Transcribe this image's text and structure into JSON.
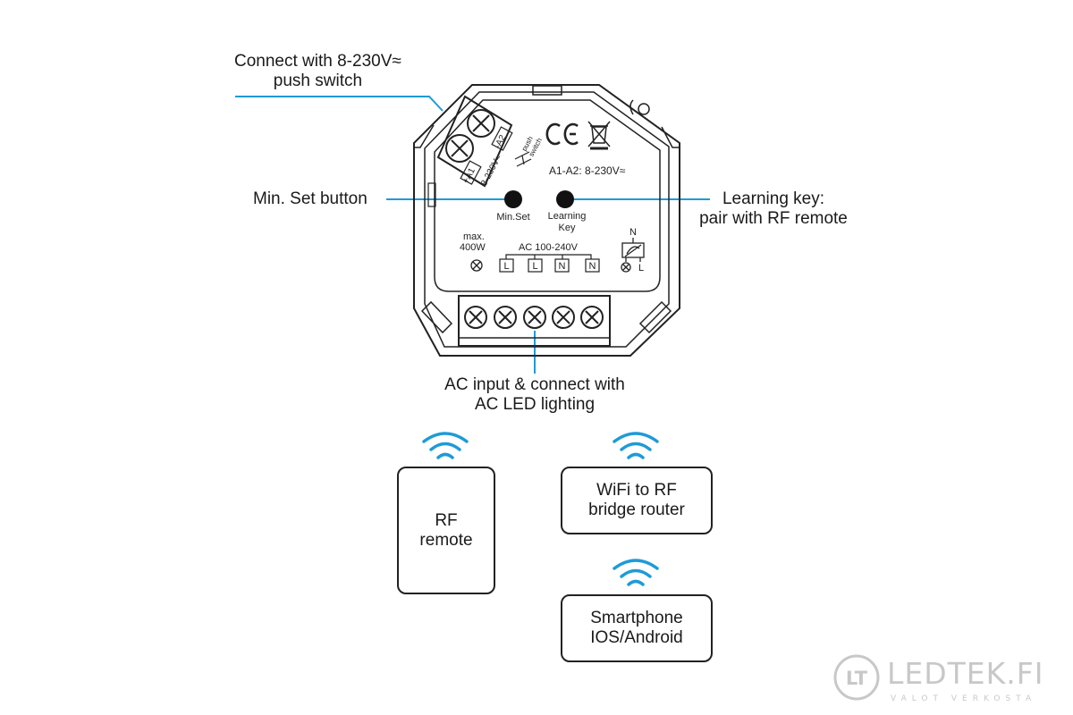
{
  "callouts": {
    "push_switch": [
      "Connect with 8-230V≈",
      "push switch"
    ],
    "min_set": "Min. Set button",
    "learning": [
      "Learning key:",
      "pair with RF remote"
    ],
    "ac_input": [
      "AC input & connect with",
      "AC LED lighting"
    ]
  },
  "device": {
    "a1": "+A1",
    "a2": "-A2",
    "terminal_voltage": "8-230V≈",
    "push_switch_label": [
      "push",
      "switch"
    ],
    "a1a2_rating": "A1-A2: 8-230V≈",
    "min_set_label": "Min.Set",
    "learning_label": [
      "Learning",
      "Key"
    ],
    "max_power": [
      "max.",
      "400W"
    ],
    "ac_range": "AC 100-240V",
    "terminals": [
      "L",
      "L",
      "N",
      "N"
    ],
    "neutral": "N",
    "live": "L"
  },
  "boxes": {
    "rf_remote": [
      "RF",
      "remote"
    ],
    "wifi_bridge": [
      "WiFi to RF",
      "bridge router"
    ],
    "smartphone": [
      "Smartphone",
      "IOS/Android"
    ]
  },
  "logo": {
    "badge": "LT",
    "name": "LEDTEK.FI",
    "tagline": "VALOT VERKOSTA"
  },
  "colors": {
    "accent": "#1e9bd7",
    "stroke": "#222222",
    "logo": "#c8c8c8"
  }
}
